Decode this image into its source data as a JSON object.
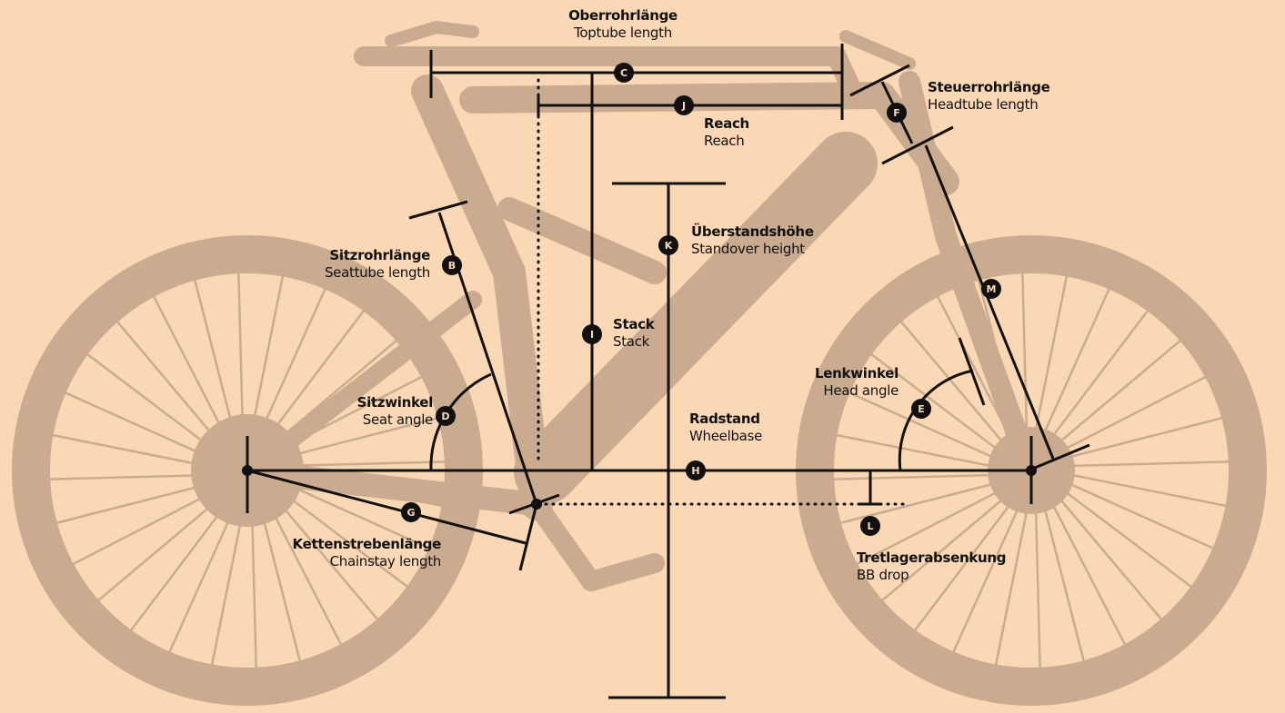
{
  "colors": {
    "background": "#fbd8b5",
    "bike_silhouette": "#caab8f",
    "lines": "#111111",
    "badge_fill": "#111111",
    "badge_text": "#fbd8b5"
  },
  "measurements": [
    {
      "letter": "B",
      "label_de": "Sitzrohrlänge",
      "label_en": "Seattube length"
    },
    {
      "letter": "C",
      "label_de": "Oberrohrlänge",
      "label_en": "Toptube length"
    },
    {
      "letter": "D",
      "label_de": "Sitzwinkel",
      "label_en": "Seat angle"
    },
    {
      "letter": "E",
      "label_de": "Lenkwinkel",
      "label_en": "Head angle"
    },
    {
      "letter": "F",
      "label_de": "Steuerrohrlänge",
      "label_en": "Headtube length"
    },
    {
      "letter": "G",
      "label_de": "Kettenstrebenlänge",
      "label_en": "Chainstay length"
    },
    {
      "letter": "H",
      "label_de": "Radstand",
      "label_en": "Wheelbase"
    },
    {
      "letter": "I",
      "label_de": "Stack",
      "label_en": "Stack"
    },
    {
      "letter": "J",
      "label_de": "Reach",
      "label_en": "Reach"
    },
    {
      "letter": "K",
      "label_de": "Überstandshöhe",
      "label_en": "Standover height"
    },
    {
      "letter": "L",
      "label_de": "Tretlagerabsenkung",
      "label_en": "BB drop"
    },
    {
      "letter": "M",
      "label_de": "",
      "label_en": ""
    }
  ]
}
